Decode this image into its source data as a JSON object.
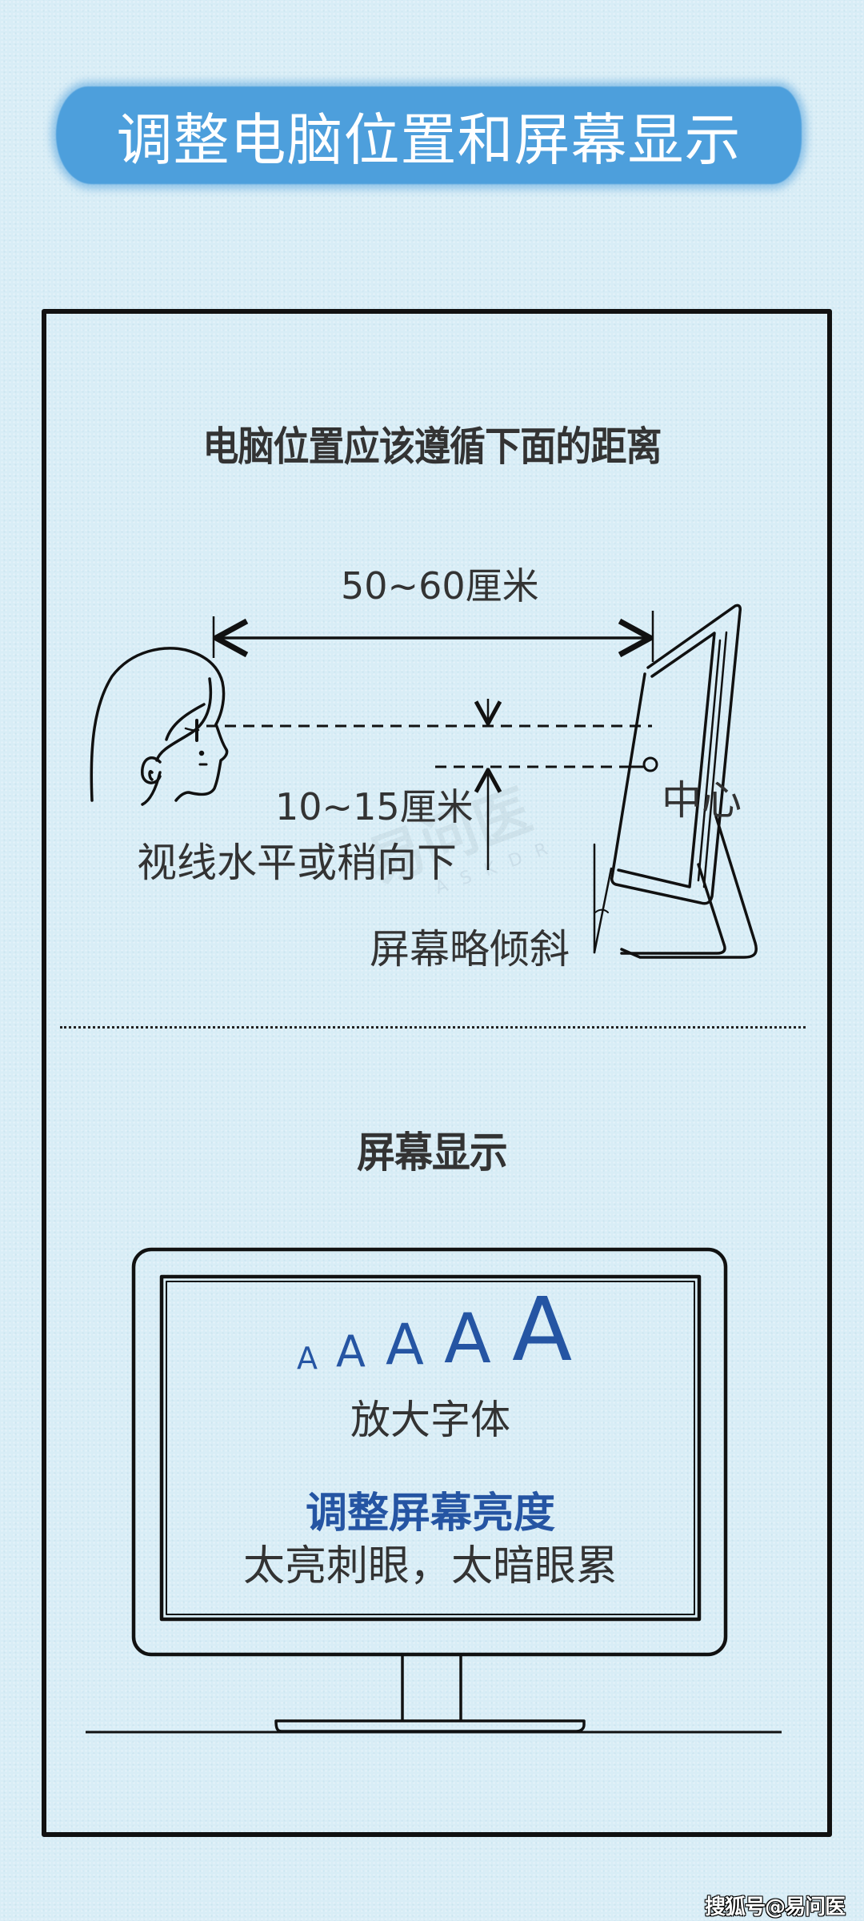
{
  "title_banner": {
    "text": "调整电脑位置和屏幕显示",
    "color": "#4d9fdc",
    "text_color": "#ffffff"
  },
  "section_distance": {
    "heading": "电脑位置应该遵循下面的距离",
    "diagram": {
      "horizontal_distance_label": "50~60厘米",
      "vertical_offset_label": "10~15厘米",
      "gaze_label": "视线水平或稍向下",
      "center_label": "中心",
      "tilt_label": "屏幕略倾斜"
    }
  },
  "section_screen": {
    "heading": "屏幕显示",
    "font_size_demo": [
      "A",
      "A",
      "A",
      "A",
      "A"
    ],
    "enlarge_font_label": "放大字体",
    "brightness_heading": "调整屏幕亮度",
    "brightness_note": "太亮刺眼，太暗眼累",
    "accent_color": "#2555a3"
  },
  "watermark": {
    "text": "易问医",
    "sub": "ASKDR"
  },
  "footer": {
    "credit": "搜狐号@易问医"
  },
  "colors": {
    "background": "#d8edf6",
    "frame": "#111111",
    "text": "#333333"
  }
}
